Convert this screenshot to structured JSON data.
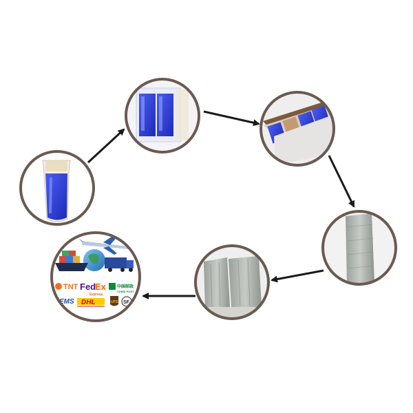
{
  "colors": {
    "ring": "#6a5a52",
    "arrow": "#1a1a1a",
    "liquid_blue": "#2f3fd8",
    "background": "#ffffff"
  },
  "steps": [
    {
      "name": "blue-liquid-bag",
      "icon": "liquid-bag-icon"
    },
    {
      "name": "sealed-blue-packs",
      "icon": "sealed-pack-icon"
    },
    {
      "name": "packs-in-carton",
      "icon": "carton-icon"
    },
    {
      "name": "wrapped-carton",
      "icon": "wrapped-box-icon"
    },
    {
      "name": "wrapped-pallets",
      "icon": "pallet-icon"
    },
    {
      "name": "shipping-logistics",
      "icon": "logistics-icon"
    }
  ],
  "logos": {
    "tnt": "TNT",
    "fedex_fed": "Fed",
    "fedex_ex": "Ex",
    "fedex_sub": "Express",
    "china_post": "中国邮政",
    "china_post_en": "CHINA POST",
    "ems": "EMS",
    "dhl": "DHL",
    "ups": "UPS",
    "sf": "SF"
  }
}
